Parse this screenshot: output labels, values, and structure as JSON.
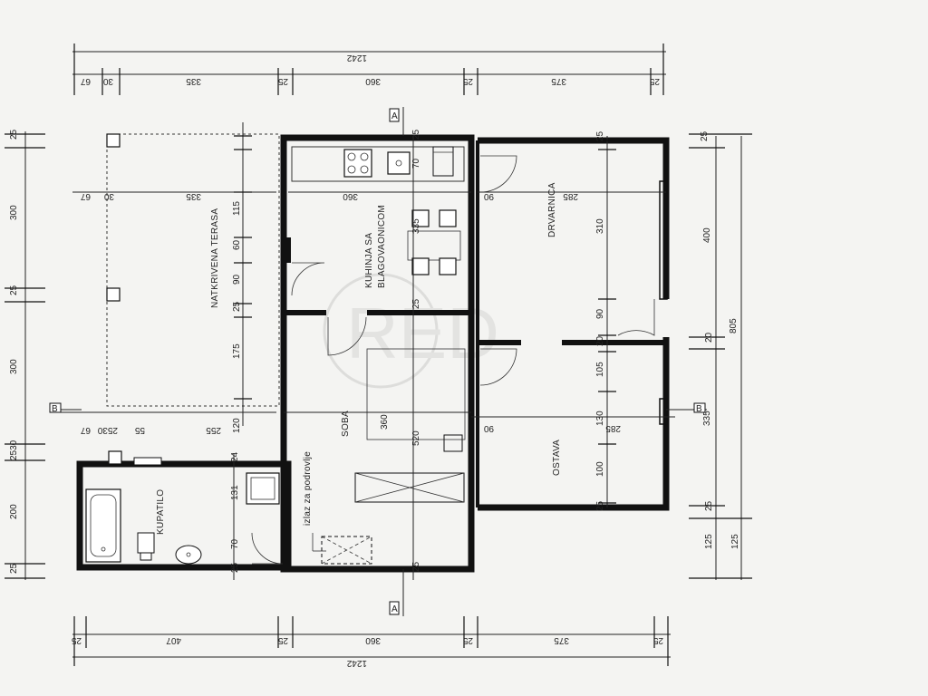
{
  "dimensions": {
    "top_total": "1242",
    "top_segments": [
      "67",
      "30",
      "335",
      "25",
      "360",
      "25",
      "375",
      "25"
    ],
    "bottom_total": "1242",
    "bottom_segments": [
      "25",
      "407",
      "25",
      "360",
      "25",
      "375",
      "25"
    ],
    "left_segments": [
      "25",
      "300",
      "25",
      "300",
      "2530",
      "200",
      "25"
    ],
    "right_outer": [
      "400",
      "805",
      "335",
      "125"
    ],
    "right_inner": [
      "25",
      "20",
      "25",
      "125"
    ],
    "terrace_inner": [
      "67",
      "30",
      "335",
      "115",
      "60",
      "90",
      "25",
      "175",
      "120"
    ],
    "terrace_lower": [
      "67",
      "2530",
      "55",
      "255"
    ],
    "kitchen_inner": [
      "25",
      "70",
      "360",
      "335",
      "25"
    ],
    "storage_inner": [
      "25",
      "90",
      "285",
      "310",
      "90",
      "20",
      "105",
      "90",
      "285",
      "130",
      "100",
      "25"
    ],
    "bath_inner": [
      "24",
      "131",
      "70",
      "25"
    ],
    "room_inner": [
      "360",
      "520",
      "25"
    ]
  },
  "rooms": {
    "terrace": "NATKRIVENA TERASA",
    "kitchen_line1": "KUHINJA SA",
    "kitchen_line2": "BLAGOVAONICOM",
    "pantry": "DRVARNICA",
    "room": "SOBA",
    "storage": "OSTAVA",
    "bathroom": "KUPATILO",
    "basement_exit": "izlaz za podrovlje"
  },
  "section_markers": [
    "A",
    "A",
    "B",
    "B"
  ],
  "watermark": "RED"
}
